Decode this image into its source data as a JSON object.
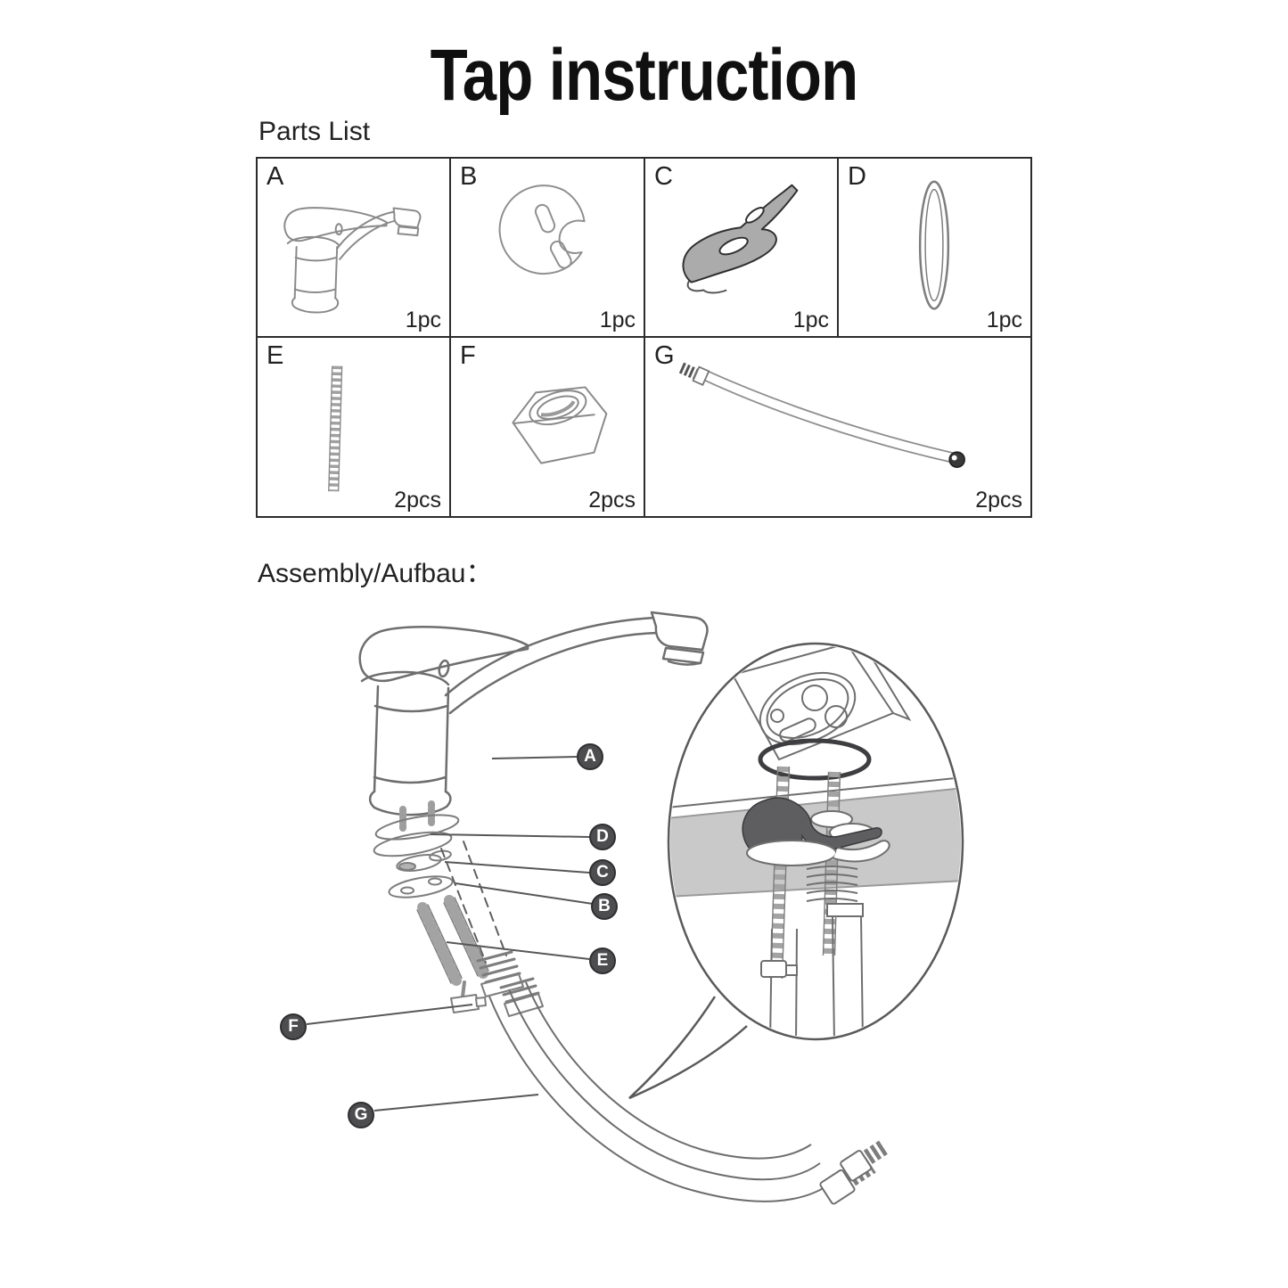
{
  "title": "Tap instruction",
  "parts": {
    "heading": "Parts List",
    "items": [
      {
        "letter": "A",
        "qty": "1pc",
        "drawing": "single-lever-tap"
      },
      {
        "letter": "B",
        "qty": "1pc",
        "drawing": "curved-base-gasket"
      },
      {
        "letter": "C",
        "qty": "1pc",
        "drawing": "mounting-clamp-plate"
      },
      {
        "letter": "D",
        "qty": "1pc",
        "drawing": "o-ring-seal"
      },
      {
        "letter": "E",
        "qty": "2pcs",
        "drawing": "threaded-stud"
      },
      {
        "letter": "F",
        "qty": "2pcs",
        "drawing": "fastening-nut"
      },
      {
        "letter": "G",
        "qty": "2pcs",
        "drawing": "flexible-hose"
      }
    ]
  },
  "assembly": {
    "heading": "Assembly/Aufbau：",
    "badges": [
      {
        "letter": "A"
      },
      {
        "letter": "D"
      },
      {
        "letter": "C"
      },
      {
        "letter": "B"
      },
      {
        "letter": "E"
      },
      {
        "letter": "F"
      },
      {
        "letter": "G"
      }
    ]
  },
  "colors": {
    "badge_fill": "#4d4d4f",
    "badge_border": "#2f2f31",
    "line_art": "#6e6e6e",
    "countertop_gray": "#c9c9c9",
    "clamp_gray": "#a9a9a9"
  }
}
